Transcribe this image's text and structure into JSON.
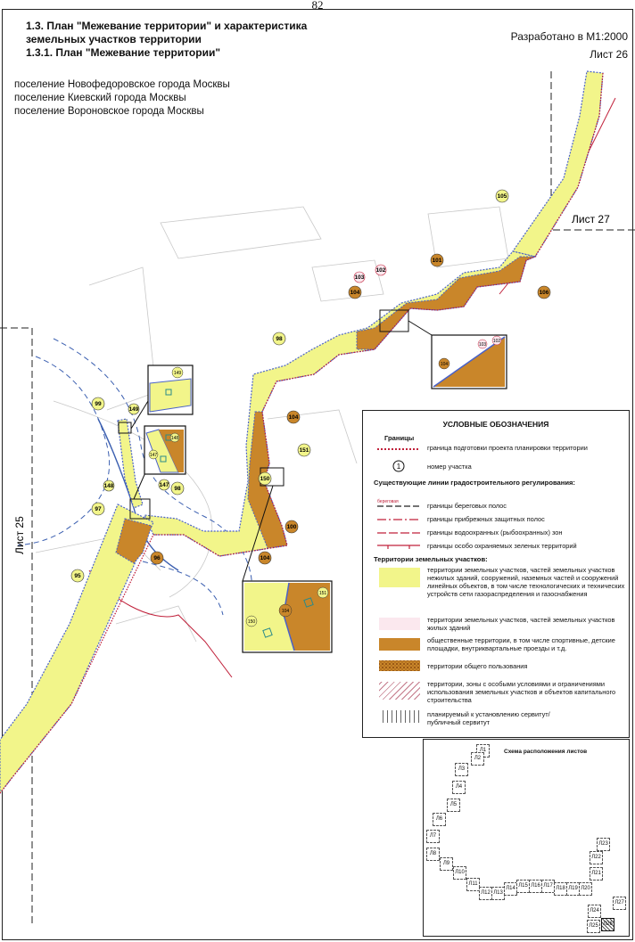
{
  "page_number": "82",
  "header": {
    "title_lines": [
      "1.3. План \"Межевание территории\" и характеристика",
      "земельных участков территории",
      "1.3.1. План \"Межевание территории\""
    ],
    "scale": "Разработано в М1:2000",
    "sheet": "Лист 26"
  },
  "settlements": [
    "поселение Новофедоровское города Москвы",
    "поселение Киевский города Москвы",
    "поселение Вороновское города Москвы"
  ],
  "map": {
    "adjacent_sheets": {
      "right": "Лист 27",
      "left": "Лист 25"
    },
    "colors": {
      "plot": "#f2f58a",
      "public": "#c9862a",
      "boundary": "#c0203a",
      "edge": "#4a62c8",
      "water": "#3b5fb0"
    },
    "labels": {
      "l95": "95",
      "l96": "96",
      "l97": "97",
      "l98a": "98",
      "l98b": "98",
      "l99": "99",
      "l100": "100",
      "l101": "101",
      "l102": "102",
      "l103": "103",
      "l104a": "104",
      "l104b": "104",
      "l104c": "104",
      "l105": "105",
      "l106": "106",
      "l147": "147",
      "l148": "148",
      "l149": "149",
      "l150": "150",
      "l151": "151"
    },
    "callouts": {
      "c1": {
        "l103": "103",
        "l102": "102",
        "l104": "104"
      },
      "c2": {
        "l149": "149"
      },
      "c3": {
        "l148": "148",
        "l147": "147"
      },
      "c4": {
        "l150": "150",
        "l104": "104",
        "l151": "151"
      }
    }
  },
  "legend": {
    "title": "УСЛОВНЫЕ ОБОЗНАЧЕНИЯ",
    "boundaries_head": "Границы",
    "planning_boundary": "граница подготовки проекта планировки территории",
    "plot_number_symbol": "1",
    "plot_number": "номер участка",
    "existing_lines_head": "Существующие линии градостроительного регулирования:",
    "shore_sample": "береговая",
    "shore": "границы береговых полос",
    "coastal": "границы прибрежных защитных полос",
    "water": "границы водоохранных (рыбоохранных) зон",
    "green": "границы особо охраняемых зеленых территорий",
    "territories_head": "Территории земельных участков:",
    "t_nonresidential": "территории земельных участков, частей земельных участков нежилых зданий, сооружений, наземных частей и сооружений линейных объектов, в том числе технологических и технических устройств сети газораспределения и газоснабжения",
    "t_residential": "территории земельных участков, частей земельных участков жилых зданий",
    "t_public": "общественные территории, в том числе спортивные, детские площадки, внутриквартальные проезды и т.д.",
    "t_common": "территории общего пользования",
    "t_restricted": "территории, зоны с особыми условиями и ограничениями использования земельных участков и объектов капитального строительства",
    "t_servitude": "планируемый к установлению сервитут/ публичный сервитут"
  },
  "inset": {
    "title": "Схема расположения листов",
    "sheets": [
      "Л1",
      "Л2",
      "Л3",
      "Л4",
      "Л5",
      "Л6",
      "Л7",
      "Л8",
      "Л9",
      "Л10",
      "Л11",
      "Л12",
      "Л13",
      "Л14",
      "Л15",
      "Л16",
      "Л17",
      "Л18",
      "Л19",
      "Л20",
      "Л21",
      "Л22",
      "Л23",
      "Л24",
      "Л25",
      "Л26",
      "Л27"
    ]
  }
}
